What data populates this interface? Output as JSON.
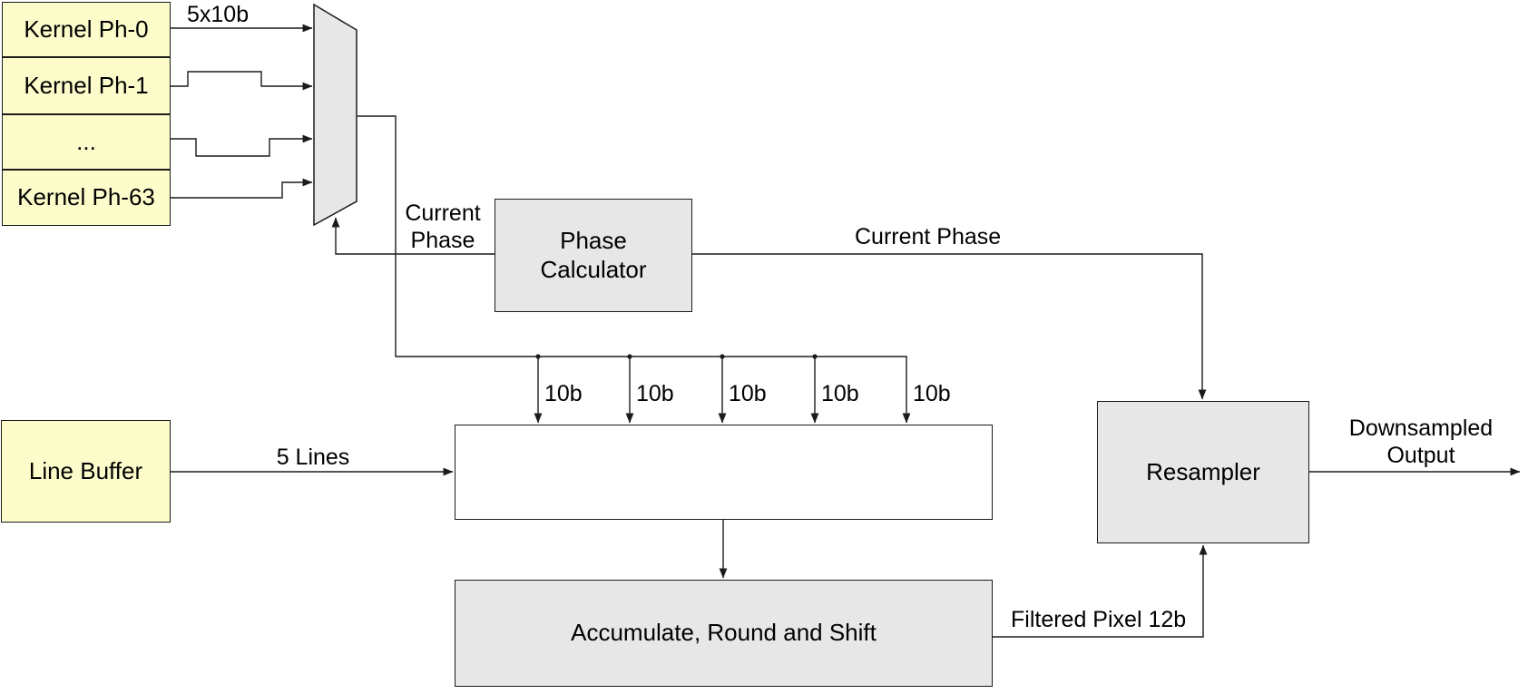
{
  "blocks": {
    "kernel_phases": [
      "Kernel Ph-0",
      "Kernel Ph-1",
      "...",
      "Kernel Ph-63"
    ],
    "line_buffer": "Line Buffer",
    "phase_calculator": "Phase Calculator",
    "accumulate": "Accumulate, Round and Shift",
    "resampler": "Resampler"
  },
  "wire_labels": {
    "kernel_bus": "5x10b",
    "current_phase_to_mux": "Current Phase",
    "current_phase_to_resampler": "Current Phase",
    "coefficient_bits": [
      "10b",
      "10b",
      "10b",
      "10b",
      "10b"
    ],
    "line_buffer_bus": "5 Lines",
    "filtered_pixel": "Filtered Pixel 12b",
    "downsampled_output": "Downsampled Output"
  },
  "icons": {
    "multiplier": "multiply-cross-icon",
    "selector": "mux-trapezoid"
  },
  "colors": {
    "block_fill_yellow": "#FDFDCC",
    "block_fill_gray": "#E7E7E7",
    "line": "#1B1B1B",
    "background": "#FFFFFF",
    "text": "#000000"
  }
}
